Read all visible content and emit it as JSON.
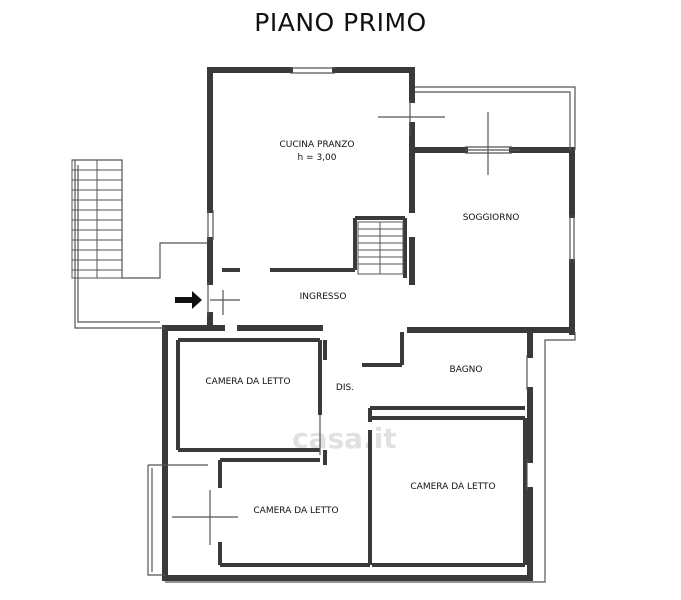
{
  "title": "PIANO PRIMO",
  "rooms": {
    "kitchen": "CUCINA PRANZO",
    "kitchen_height": "h = 3,00",
    "living": "SOGGIORNO",
    "entrance": "INGRESSO",
    "bedroom_1": "CAMERA DA LETTO",
    "bathroom": "BAGNO",
    "hallway": "DIS.",
    "bedroom_2": "CAMERA DA LETTO",
    "bedroom_3": "CAMERA DA LETTO"
  },
  "watermark": "casa.it",
  "colors": {
    "wall": "#3a3a3a",
    "line": "#555555",
    "watermark": "#c9c9c9"
  }
}
